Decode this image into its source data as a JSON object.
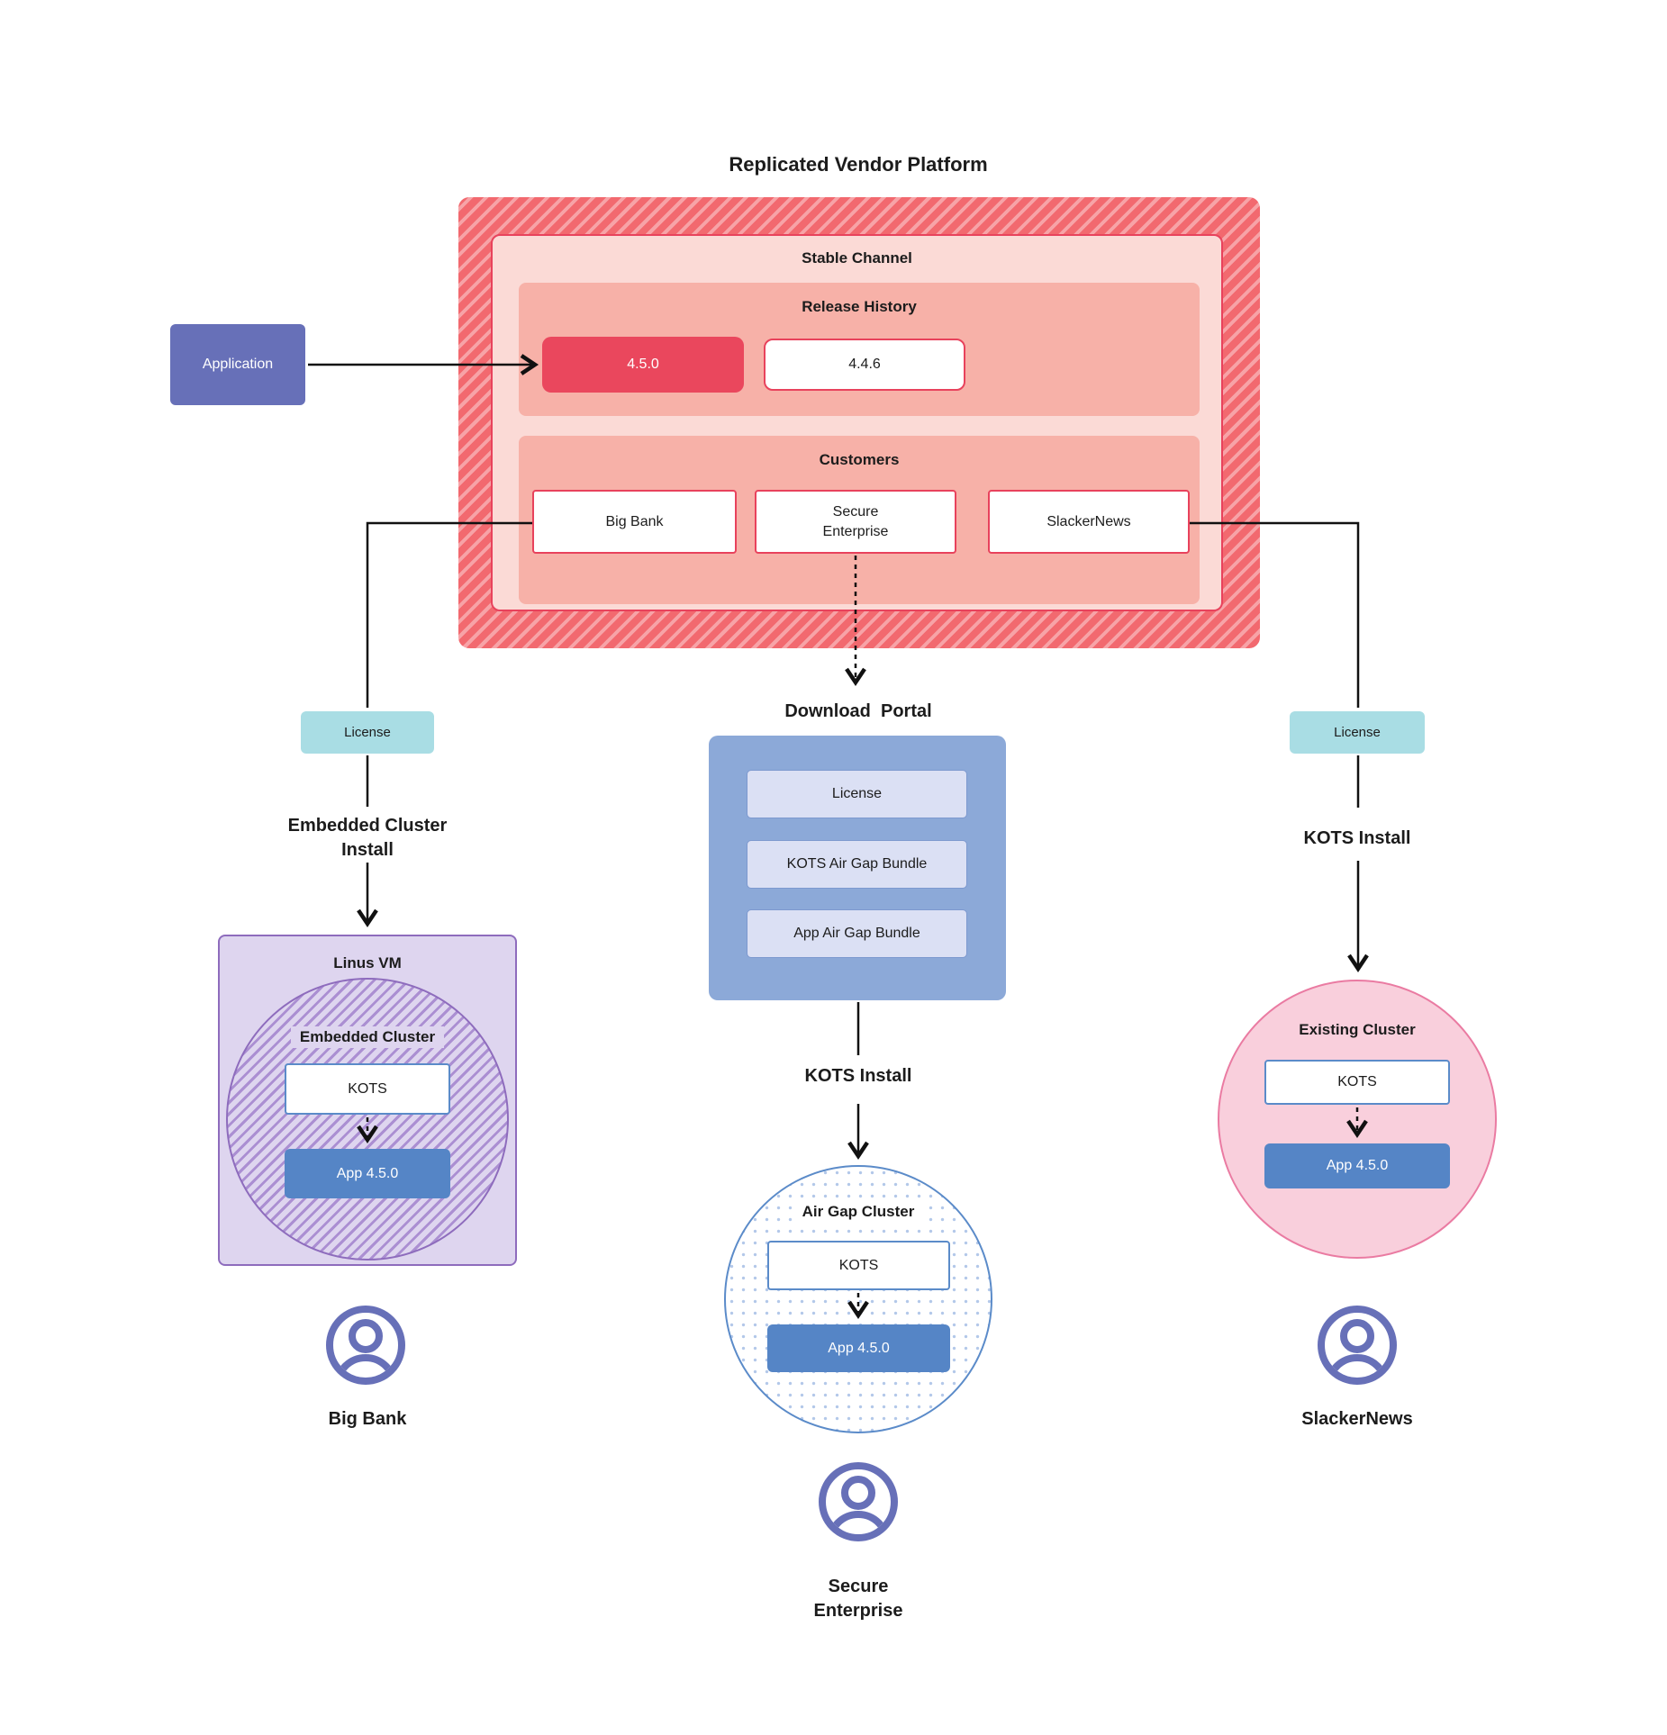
{
  "title": "Replicated Vendor Platform",
  "vendor_platform": {
    "stable_channel_label": "Stable Channel",
    "release_history_label": "Release History",
    "releases": [
      {
        "version": "4.5.0",
        "current": true
      },
      {
        "version": "4.4.6",
        "current": false
      }
    ],
    "customers_label": "Customers",
    "customers": [
      {
        "name": "Big Bank"
      },
      {
        "name": "Secure\nEnterprise"
      },
      {
        "name": "SlackerNews"
      }
    ]
  },
  "application_label": "Application",
  "download_portal": {
    "title": "Download  Portal",
    "items": [
      {
        "label": "License"
      },
      {
        "label": "KOTS Air Gap Bundle"
      },
      {
        "label": "App Air Gap Bundle"
      }
    ]
  },
  "flows": {
    "left": {
      "license": "License",
      "install": "Embedded Cluster\nInstall",
      "vm_label": "Linus VM",
      "cluster_label": "Embedded Cluster",
      "kots": "KOTS",
      "app": "App 4.5.0",
      "user": "Big Bank"
    },
    "center": {
      "install": "KOTS Install",
      "cluster_label": "Air Gap Cluster",
      "kots": "KOTS",
      "app": "App 4.5.0",
      "user": "Secure\nEnterprise"
    },
    "right": {
      "license": "License",
      "install": "KOTS Install",
      "cluster_label": "Existing Cluster",
      "kots": "KOTS",
      "app": "App 4.5.0",
      "user": "SlackerNews"
    }
  },
  "colors": {
    "hatch_red_dark": "#f2696f",
    "hatch_red_light": "#f7a3a7",
    "stable_fill": "#fbdad6",
    "red_border": "#e8425c",
    "salmon_fill": "#f7b1a8",
    "release_current": "#ea475d",
    "application_indigo": "#6770b8",
    "license_teal": "#a9dde4",
    "portal_blue": "#8ca9d8",
    "portal_item": "#dbe0f4",
    "vm_purple_fill": "#ded5ef",
    "purple_border": "#8e6cbd",
    "kots_border": "#5b8bc9",
    "app_blue": "#5585c6",
    "pink_circle": "#f9cfdc",
    "pink_border": "#ea7ba2",
    "user_icon": "#6770b8",
    "connector": "#111111"
  }
}
